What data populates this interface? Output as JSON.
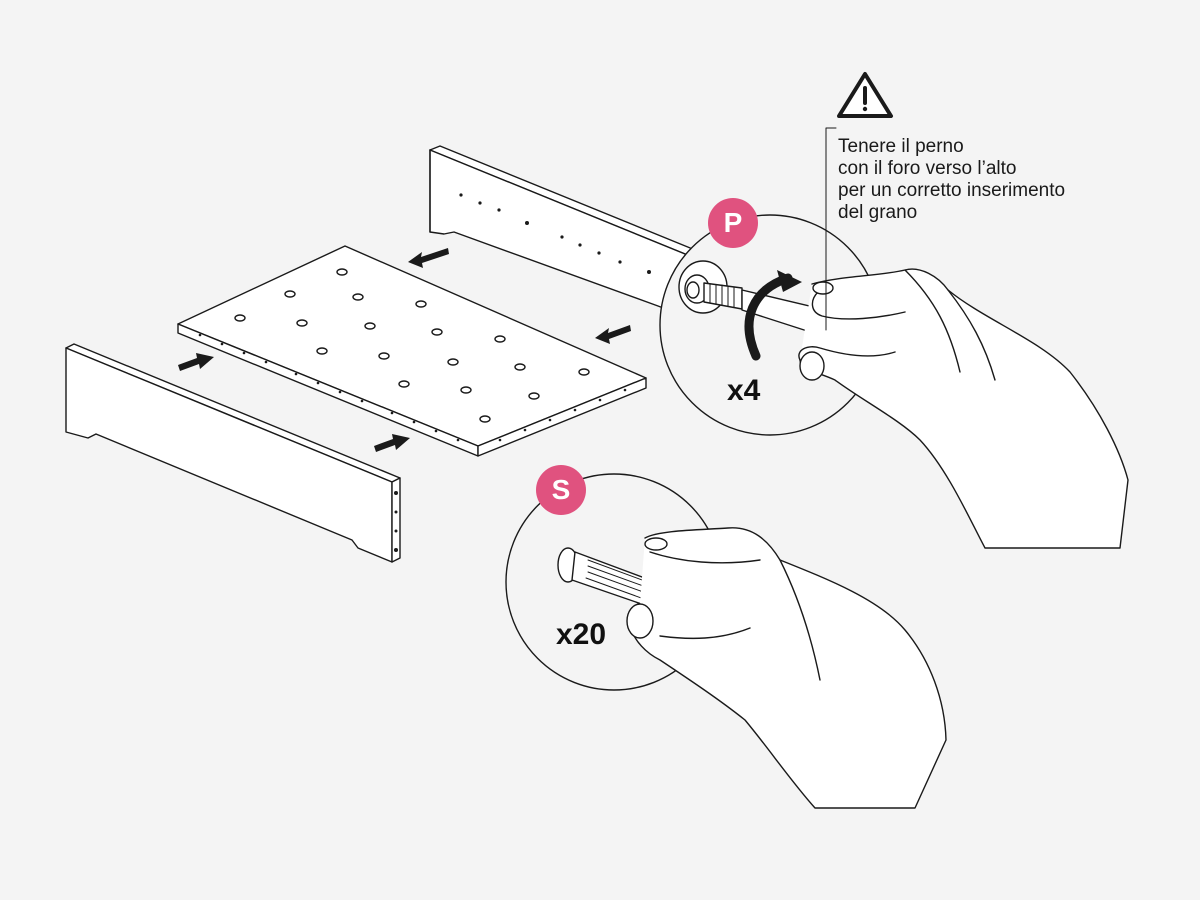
{
  "warning": {
    "icon": "warning-triangle-icon",
    "lines": [
      "Tenere il perno",
      "con il foro verso l’alto",
      "per un corretto inserimento",
      "del grano"
    ]
  },
  "callouts": {
    "pin": {
      "badge": "P",
      "quantity": "x4"
    },
    "dowel": {
      "badge": "S",
      "quantity": "x20"
    }
  },
  "colors": {
    "badge": "#e0527f",
    "background": "#f4f4f4",
    "line": "#1a1a1a",
    "fill": "#ffffff"
  },
  "icons": [
    "warning-triangle-icon",
    "arrow-icon",
    "hand-icon",
    "pin-icon",
    "dowel-icon"
  ]
}
